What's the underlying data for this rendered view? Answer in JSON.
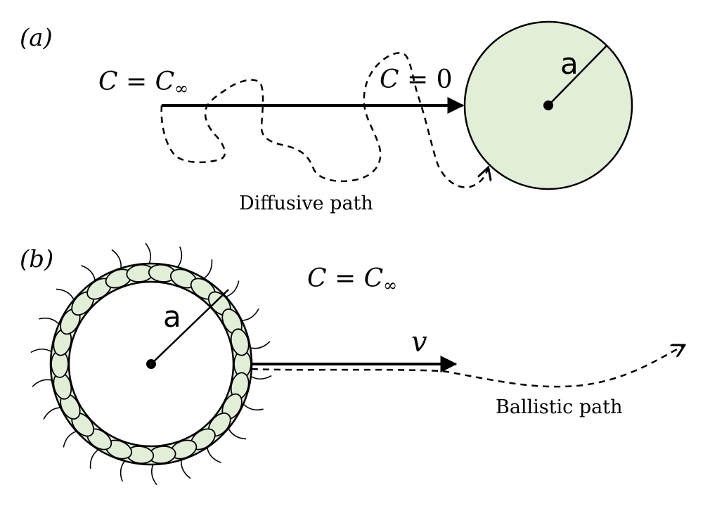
{
  "panel_a": {
    "label": "(a)",
    "far_field": {
      "c": "C",
      "eq": " = ",
      "val": "C",
      "sub": "∞"
    },
    "surface": {
      "c": "C",
      "eq": " = ",
      "val": "0"
    },
    "radius": "a",
    "path_label": "Diffusive path"
  },
  "panel_b": {
    "label": "(b)",
    "far_field": {
      "c": "C",
      "eq": " = ",
      "val": "C",
      "sub": "∞"
    },
    "radius": "a",
    "velocity": "v",
    "path_label": "Ballistic path"
  },
  "colors": {
    "fill": "#e3eed8",
    "stroke": "#000000"
  }
}
